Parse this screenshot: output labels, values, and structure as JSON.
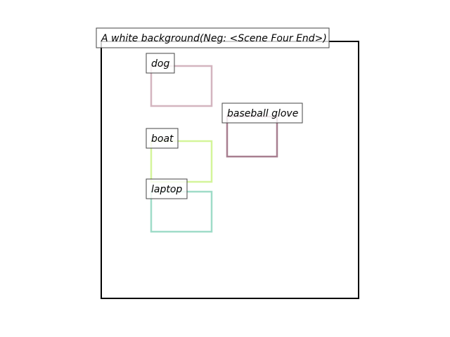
{
  "caption": "A white background(Neg: <Scene Four End>)",
  "objects": [
    {
      "label": "dog",
      "color": "#d4b5bf"
    },
    {
      "label": "baseball glove",
      "color": "#a87f90"
    },
    {
      "label": "boat",
      "color": "#d4f59a"
    },
    {
      "label": "laptop",
      "color": "#9fdcc8"
    }
  ]
}
